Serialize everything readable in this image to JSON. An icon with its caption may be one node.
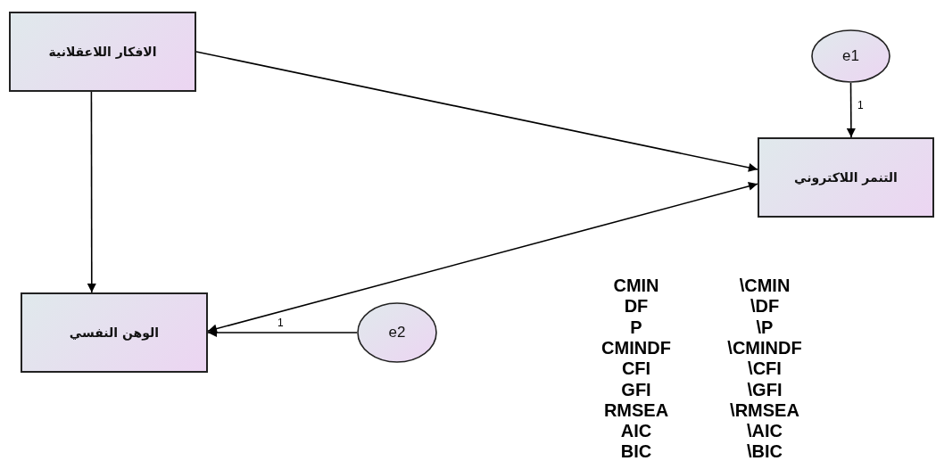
{
  "diagram": {
    "nodes": [
      {
        "text": [
          "الافكار اللاعقلانية"
        ]
      },
      {
        "text": [
          "e1"
        ]
      },
      {
        "text": [
          "التنمر اللاكتروني"
        ]
      },
      {
        "text": [
          "الوهن النفسي"
        ]
      },
      {
        "text": [
          "e2"
        ]
      }
    ],
    "edges": [
      {
        "from": 0,
        "to": 2,
        "arrow": "to"
      },
      {
        "from": 0,
        "to": 3,
        "arrow": "to"
      },
      {
        "from": 2,
        "to": 3,
        "arrow": "both"
      },
      {
        "from": 1,
        "to": 2,
        "arrow": "to",
        "label": "1"
      },
      {
        "from": 4,
        "to": 3,
        "arrow": "to",
        "label": "1"
      }
    ],
    "labels": [
      "CMIN",
      "\\CMIN",
      "DF",
      "\\DF",
      "P",
      "\\P",
      "CMINDF",
      "\\CMINDF",
      "CFI",
      "\\CFI",
      "GFI",
      "\\GFI",
      "RMSEA",
      "\\RMSEA",
      "AIC",
      "\\AIC",
      "BIC",
      "\\BIC"
    ]
  }
}
